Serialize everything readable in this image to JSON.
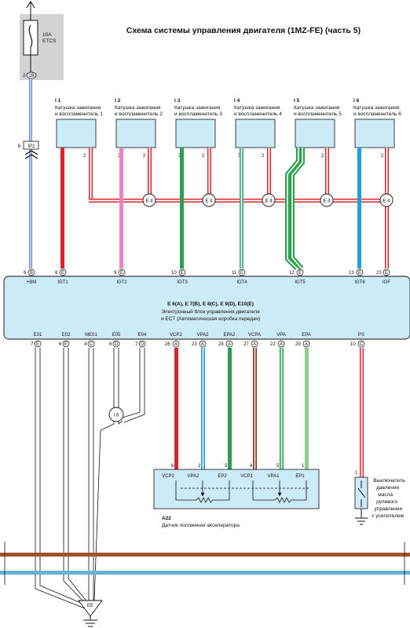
{
  "title": "Схема системы управления двигателя (1MZ-FE) (часть 5)",
  "fuse": {
    "rating": "10A",
    "name": "ETCS",
    "pin": "2",
    "connector": "1B"
  },
  "splice_ip2": {
    "pin": "8",
    "connector": "IP2"
  },
  "coils": [
    {
      "id": "I 1",
      "name_line1": "Катушка зажигания",
      "name_line2": "и воспламенитель 1",
      "pin_a": "3",
      "pin_b": "2"
    },
    {
      "id": "I 2",
      "name_line1": "Катушка зажигания",
      "name_line2": "и воспламенитель 2",
      "pin_a": "3",
      "pin_b": "2"
    },
    {
      "id": "I 3",
      "name_line1": "Катушка зажигания",
      "name_line2": "и воспламенитель 3",
      "pin_a": "3",
      "pin_b": "2"
    },
    {
      "id": "I 4",
      "name_line1": "Катушка зажигания",
      "name_line2": "и воспламенитель 4",
      "pin_a": "3",
      "pin_b": "2"
    },
    {
      "id": "I 5",
      "name_line1": "Катушка зажигания",
      "name_line2": "и воспламенитель 5",
      "pin_a": "3",
      "pin_b": "2"
    },
    {
      "id": "I 6",
      "name_line1": "Катушка зажигания",
      "name_line2": "и воспламенитель 6",
      "pin_a": "3",
      "pin_b": "2"
    }
  ],
  "junction_e4": "E 4",
  "ecu": {
    "line1": "E 6(A), E 7(B), E 8(C), E 9(D), E10(E)",
    "line2": "Электронный блок управления двигателя",
    "line3": "и ECT (Автоматическая коробка передач)",
    "top_pins": [
      {
        "num": "6",
        "conn": "B",
        "name": "+BM"
      },
      {
        "num": "8",
        "conn": "E",
        "name": "IGT1"
      },
      {
        "num": "9",
        "conn": "E",
        "name": "IGT2"
      },
      {
        "num": "10",
        "conn": "E",
        "name": "IGT3"
      },
      {
        "num": "11",
        "conn": "E",
        "name": "IGT4"
      },
      {
        "num": "12",
        "conn": "E",
        "name": "IGT5"
      },
      {
        "num": "13",
        "conn": "E",
        "name": "IGT6"
      },
      {
        "num": "23",
        "conn": "E",
        "name": "IGF"
      }
    ],
    "bottom_pins": [
      {
        "num": "7",
        "conn": "E",
        "name": "E01"
      },
      {
        "num": "6",
        "conn": "E",
        "name": "E02"
      },
      {
        "num": "4",
        "conn": "C",
        "name": "ME01"
      },
      {
        "num": "6",
        "conn": "D",
        "name": "E05"
      },
      {
        "num": "7",
        "conn": "D",
        "name": "E04"
      },
      {
        "num": "26",
        "conn": "A",
        "name": "VCP2"
      },
      {
        "num": "23",
        "conn": "A",
        "name": "VPA2"
      },
      {
        "num": "28",
        "conn": "A",
        "name": "EPA2"
      },
      {
        "num": "27",
        "conn": "A",
        "name": "VCPA"
      },
      {
        "num": "22",
        "conn": "A",
        "name": "VPA"
      },
      {
        "num": "29",
        "conn": "A",
        "name": "EPA"
      },
      {
        "num": "10",
        "conn": "C",
        "name": "PS"
      }
    ]
  },
  "junction_i6": "I 6",
  "sensor_a22": {
    "id": "A22",
    "name": "Датчик положения акселератора",
    "pins": [
      {
        "num": "6",
        "name": "VCP2"
      },
      {
        "num": "2",
        "name": "VPA2"
      },
      {
        "num": "3",
        "name": "EP2"
      },
      {
        "num": "4",
        "name": "VCP1"
      },
      {
        "num": "5",
        "name": "VPA1"
      },
      {
        "num": "1",
        "name": "EP1"
      }
    ]
  },
  "ps_switch": {
    "pin": "1",
    "lines": [
      "Выключатель",
      "давления",
      "масла",
      "рулевого",
      "управления",
      "с усилителем"
    ]
  },
  "ground": "EE",
  "colors": {
    "ecu_fill": "#cdeaf7",
    "fuse_panel": "#d3d3d3",
    "wire_red": "#d8262e",
    "wire_pink": "#ee82c0",
    "wire_green": "#2e9e50",
    "wire_lightgreen": "#8ccf8e",
    "wire_teal": "#3aa57d",
    "wire_blue": "#1f9fe0",
    "wire_brown": "#7a3b22",
    "wire_bluegray": "#6a8fd0",
    "bus_brown": "#a0522d",
    "bus_blue": "#6ab0d8"
  }
}
